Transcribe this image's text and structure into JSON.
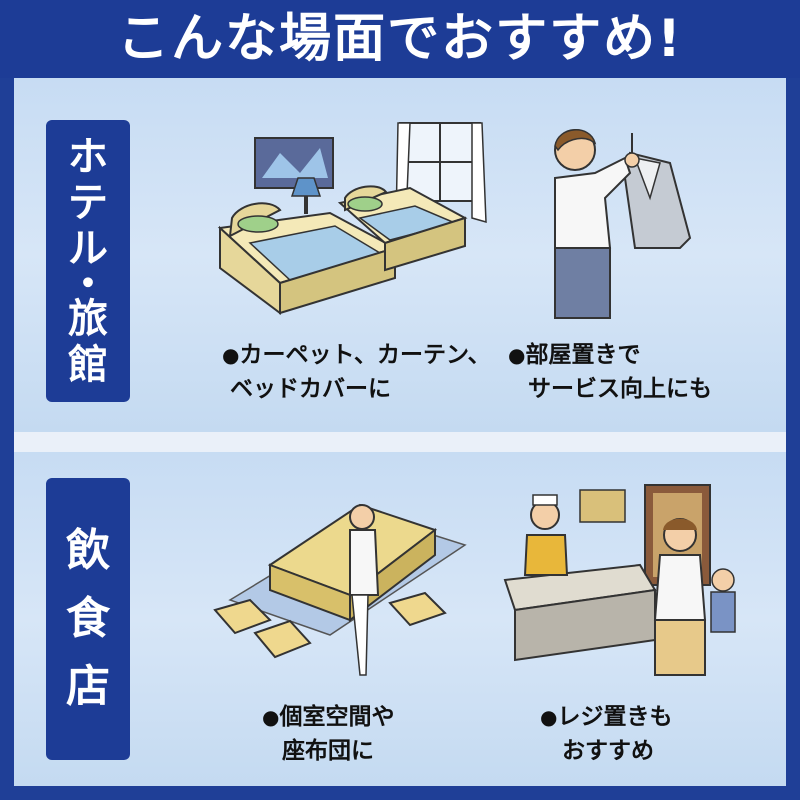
{
  "title": "こんな場面でおすすめ!",
  "sections": [
    {
      "label_chars": [
        "ホ",
        "テ",
        "ル",
        "・",
        "旅",
        "館"
      ],
      "captions": [
        {
          "bullet": "●",
          "lines": [
            "カーペット、カーテン、",
            "ベッドカバーに"
          ]
        },
        {
          "bullet": "●",
          "lines": [
            "部屋置きで",
            "サービス向上にも"
          ]
        }
      ]
    },
    {
      "label_chars": [
        "飲",
        "食",
        "店"
      ],
      "captions": [
        {
          "bullet": "●",
          "lines": [
            "個室空間や",
            "座布団に"
          ]
        },
        {
          "bullet": "●",
          "lines": [
            "レジ置きも",
            "おすすめ"
          ]
        }
      ]
    }
  ],
  "colors": {
    "navy": "#1d3c96",
    "panel": "#d0e2f5",
    "sand": "#e8d79a"
  },
  "icons": [
    "hotel-beds-illustration",
    "man-hanging-suit-illustration",
    "restaurant-room-illustration",
    "shop-register-illustration"
  ]
}
